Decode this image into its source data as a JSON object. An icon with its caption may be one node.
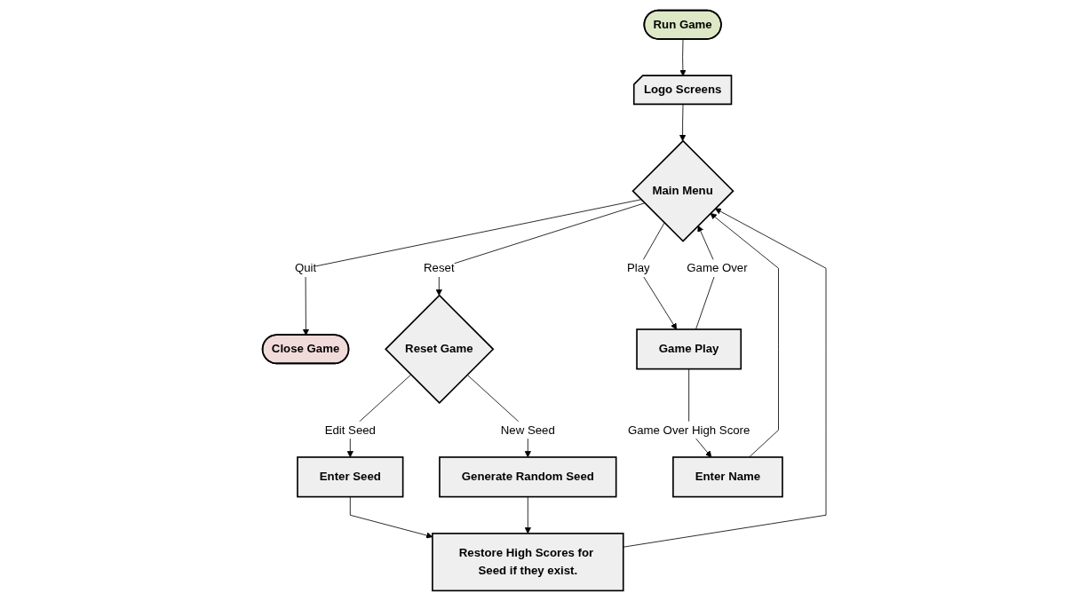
{
  "diagram": {
    "nodes": [
      {
        "text": [
          "Run Game"
        ]
      },
      {
        "text": [
          "Logo Screens"
        ]
      },
      {
        "text": [
          "Main Menu"
        ]
      },
      {
        "text": [
          "Close Game"
        ]
      },
      {
        "text": [
          "Reset Game"
        ]
      },
      {
        "text": [
          "Enter Seed"
        ]
      },
      {
        "text": [
          "Generate Random Seed"
        ]
      },
      {
        "text": [
          "Restore High Scores for Seed if they exist."
        ]
      },
      {
        "text": [
          "Game Play"
        ]
      },
      {
        "text": [
          "Enter Name"
        ]
      }
    ],
    "edges": [
      {
        "from": 0,
        "to": 1,
        "arrow": "to"
      },
      {
        "from": 1,
        "to": 2,
        "arrow": "to"
      },
      {
        "from": 2,
        "to": 3,
        "arrow": "to",
        "label": "Quit"
      },
      {
        "from": 2,
        "to": 4,
        "arrow": "to",
        "label": "Reset"
      },
      {
        "from": 4,
        "to": 5,
        "arrow": "to",
        "label": "Edit Seed"
      },
      {
        "from": 4,
        "to": 6,
        "arrow": "to",
        "label": "New Seed"
      },
      {
        "from": 5,
        "to": 7,
        "arrow": "to"
      },
      {
        "from": 6,
        "to": 7,
        "arrow": "to"
      },
      {
        "from": 7,
        "to": 2,
        "arrow": "to"
      },
      {
        "from": 2,
        "to": 8,
        "arrow": "to",
        "label": "Play"
      },
      {
        "from": 8,
        "to": 2,
        "arrow": "to",
        "label": "Game Over"
      },
      {
        "from": 8,
        "to": 9,
        "arrow": "to",
        "label": "Game Over High Score"
      },
      {
        "from": 9,
        "to": 2,
        "arrow": "to"
      }
    ]
  }
}
